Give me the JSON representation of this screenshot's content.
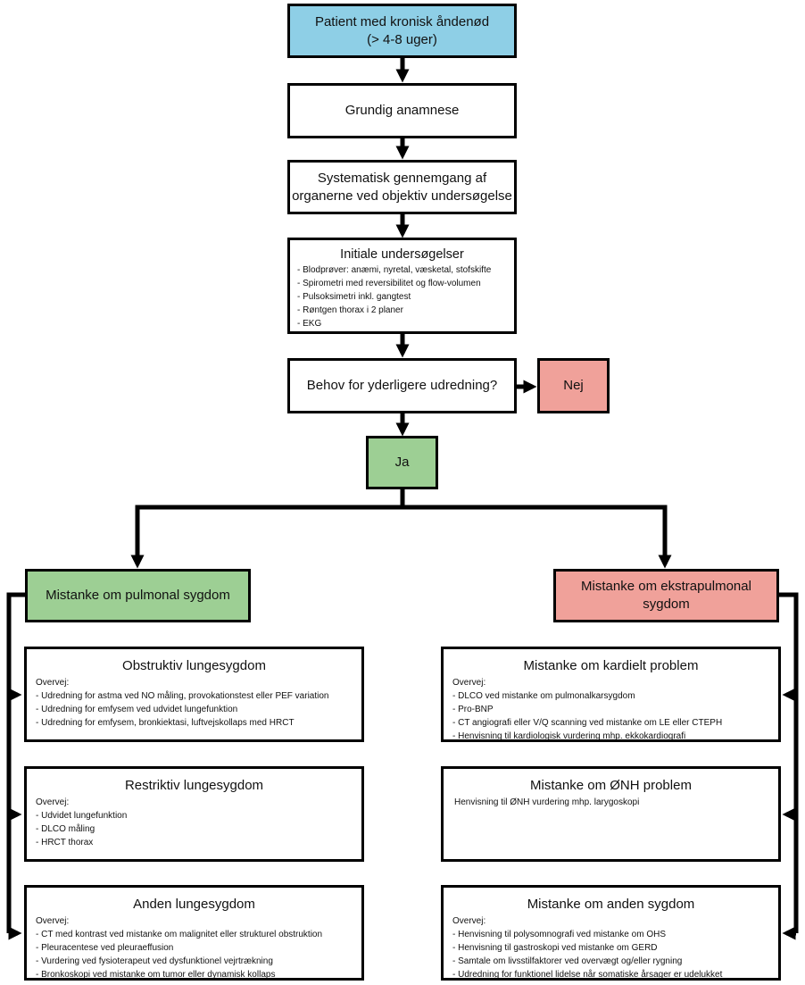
{
  "start": {
    "line1": "Patient med kronisk åndenød",
    "line2": "(> 4-8 uger)"
  },
  "anamnese": "Grundig anamnese",
  "objektiv": {
    "line1": "Systematisk gennemgang af",
    "line2": "organerne ved objektiv undersøgelse"
  },
  "initiale": {
    "title": "Initiale undersøgelser",
    "items": [
      "- Blodprøver: anæmi, nyretal, væsketal, stofskifte",
      "- Spirometri med reversibilitet og flow-volumen",
      "- Pulsoksimetri inkl. gangtest",
      "- Røntgen thorax i 2 planer",
      "- EKG"
    ]
  },
  "behov": "Behov for yderligere udredning?",
  "nej": "Nej",
  "ja": "Ja",
  "pulmonal": "Mistanke om pulmonal sygdom",
  "ekstrapulmonal": "Mistanke om ekstrapulmonal sygdom",
  "obstruktiv": {
    "title": "Obstruktiv lungesygdom",
    "overvej": "Overvej:",
    "items": [
      "- Udredning for astma ved NO måling, provokationstest eller PEF variation",
      "- Udredning for emfysem ved udvidet lungefunktion",
      "- Udredning for emfysem, bronkiektasi, luftvejskollaps med HRCT"
    ]
  },
  "restriktiv": {
    "title": "Restriktiv lungesygdom",
    "overvej": "Overvej:",
    "items": [
      "- Udvidet lungefunktion",
      "- DLCO måling",
      "- HRCT thorax"
    ]
  },
  "anden_lunge": {
    "title": "Anden lungesygdom",
    "overvej": "Overvej:",
    "items": [
      "- CT med kontrast ved mistanke om malignitet eller strukturel obstruktion",
      "- Pleuracentese ved pleuraeffusion",
      "- Vurdering ved fysioterapeut ved dysfunktionel vejrtrækning",
      "- Bronkoskopi ved mistanke om tumor eller dynamisk kollaps"
    ]
  },
  "kardielt": {
    "title": "Mistanke om kardielt problem",
    "overvej": "Overvej:",
    "items": [
      "- DLCO ved mistanke om pulmonalkarsygdom",
      "- Pro-BNP",
      "- CT angiografi eller V/Q scanning ved mistanke om LE eller CTEPH",
      "- Henvisning til kardiologisk vurdering mhp. ekkokardiografi"
    ]
  },
  "onh": {
    "title": "Mistanke om ØNH problem",
    "text": "Henvisning til ØNH vurdering mhp. larygoskopi"
  },
  "anden_sygdom": {
    "title": "Mistanke om anden sygdom",
    "overvej": "Overvej:",
    "items": [
      "- Henvisning til polysomnografi ved mistanke om OHS",
      "- Henvisning til gastroskopi ved mistanke om GERD",
      "- Samtale om livsstilfaktorer ved overvægt og/eller rygning",
      "- Udredning for funktionel lidelse når somatiske årsager er udelukket"
    ]
  },
  "colors": {
    "start": "#8ecfe6",
    "yes": "#9dcf94",
    "no": "#f0a19a",
    "line": "#000000"
  }
}
